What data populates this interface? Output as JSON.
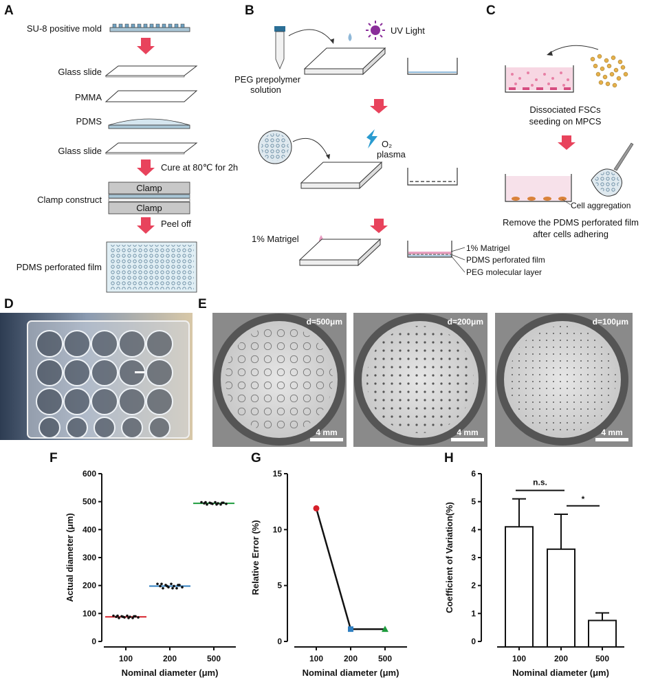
{
  "panels": {
    "A": "A",
    "B": "B",
    "C": "C",
    "D": "D",
    "E": "E",
    "F": "F",
    "G": "G",
    "H": "H"
  },
  "panelA": {
    "mold": "SU-8 positive mold",
    "glass1": "Glass slide",
    "pmma": "PMMA",
    "pdms": "PDMS",
    "glass2": "Glass slide",
    "cure": "Cure at 80℃ for 2h",
    "clamp_top": "Clamp",
    "clamp_bottom": "Clamp",
    "clamp_construct": "Clamp construct",
    "peel": "Peel off",
    "film": "PDMS perforated film"
  },
  "panelB": {
    "uv": "UV Light",
    "peg1": "PEG prepolymer",
    "peg2": "solution",
    "o2": "O₂",
    "plasma": "plasma",
    "matrigel": "1% Matrigel",
    "layer1": "1% Matrigel",
    "layer2": "PDMS perforated film",
    "layer3": "PEG molecular layer"
  },
  "panelC": {
    "seed1": "Dissociated FSCs",
    "seed2": "seeding on MPCS",
    "agg": "Cell aggregation",
    "remove1": "Remove the PDMS perforated film",
    "remove2": "after cells adhering"
  },
  "panelE": {
    "d1": "d=500μm",
    "d2": "d=200μm",
    "d3": "d=100μm",
    "scale": "4 mm"
  },
  "colors": {
    "pink": "#e8435c",
    "green": "#1c9b3c",
    "blue": "#2f7fc1",
    "red": "#d6202a"
  },
  "chart_data": [
    {
      "type": "scatter",
      "panel": "F",
      "categories": [
        "100",
        "200",
        "500"
      ],
      "values": [
        88,
        198,
        494
      ],
      "xlabel": "Nominal diameter (μm)",
      "ylabel": "Actual diameter (μm)",
      "ylim": [
        0,
        600
      ],
      "yticks": [
        "0",
        "100",
        "200",
        "300",
        "400",
        "500",
        "600"
      ]
    },
    {
      "type": "line",
      "panel": "G",
      "categories": [
        "100",
        "200",
        "500"
      ],
      "values": [
        11.9,
        1.1,
        1.1
      ],
      "xlabel": "Nominal diameter (μm)",
      "ylabel": "Relative Error (%)",
      "ylim": [
        0,
        15
      ],
      "yticks": [
        "0",
        "5",
        "10",
        "15"
      ]
    },
    {
      "type": "bar",
      "panel": "H",
      "categories": [
        "100",
        "200",
        "500"
      ],
      "values": [
        4.1,
        3.3,
        0.75
      ],
      "errors": [
        1.0,
        1.25,
        0.27
      ],
      "xlabel": "Nominal diameter (μm)",
      "ylabel": "Coefficient of Variation(%)",
      "ylim": [
        0,
        6
      ],
      "yticks": [
        "0",
        "1",
        "2",
        "3",
        "4",
        "5",
        "6"
      ],
      "annotations": [
        "n.s.",
        "*"
      ]
    }
  ]
}
